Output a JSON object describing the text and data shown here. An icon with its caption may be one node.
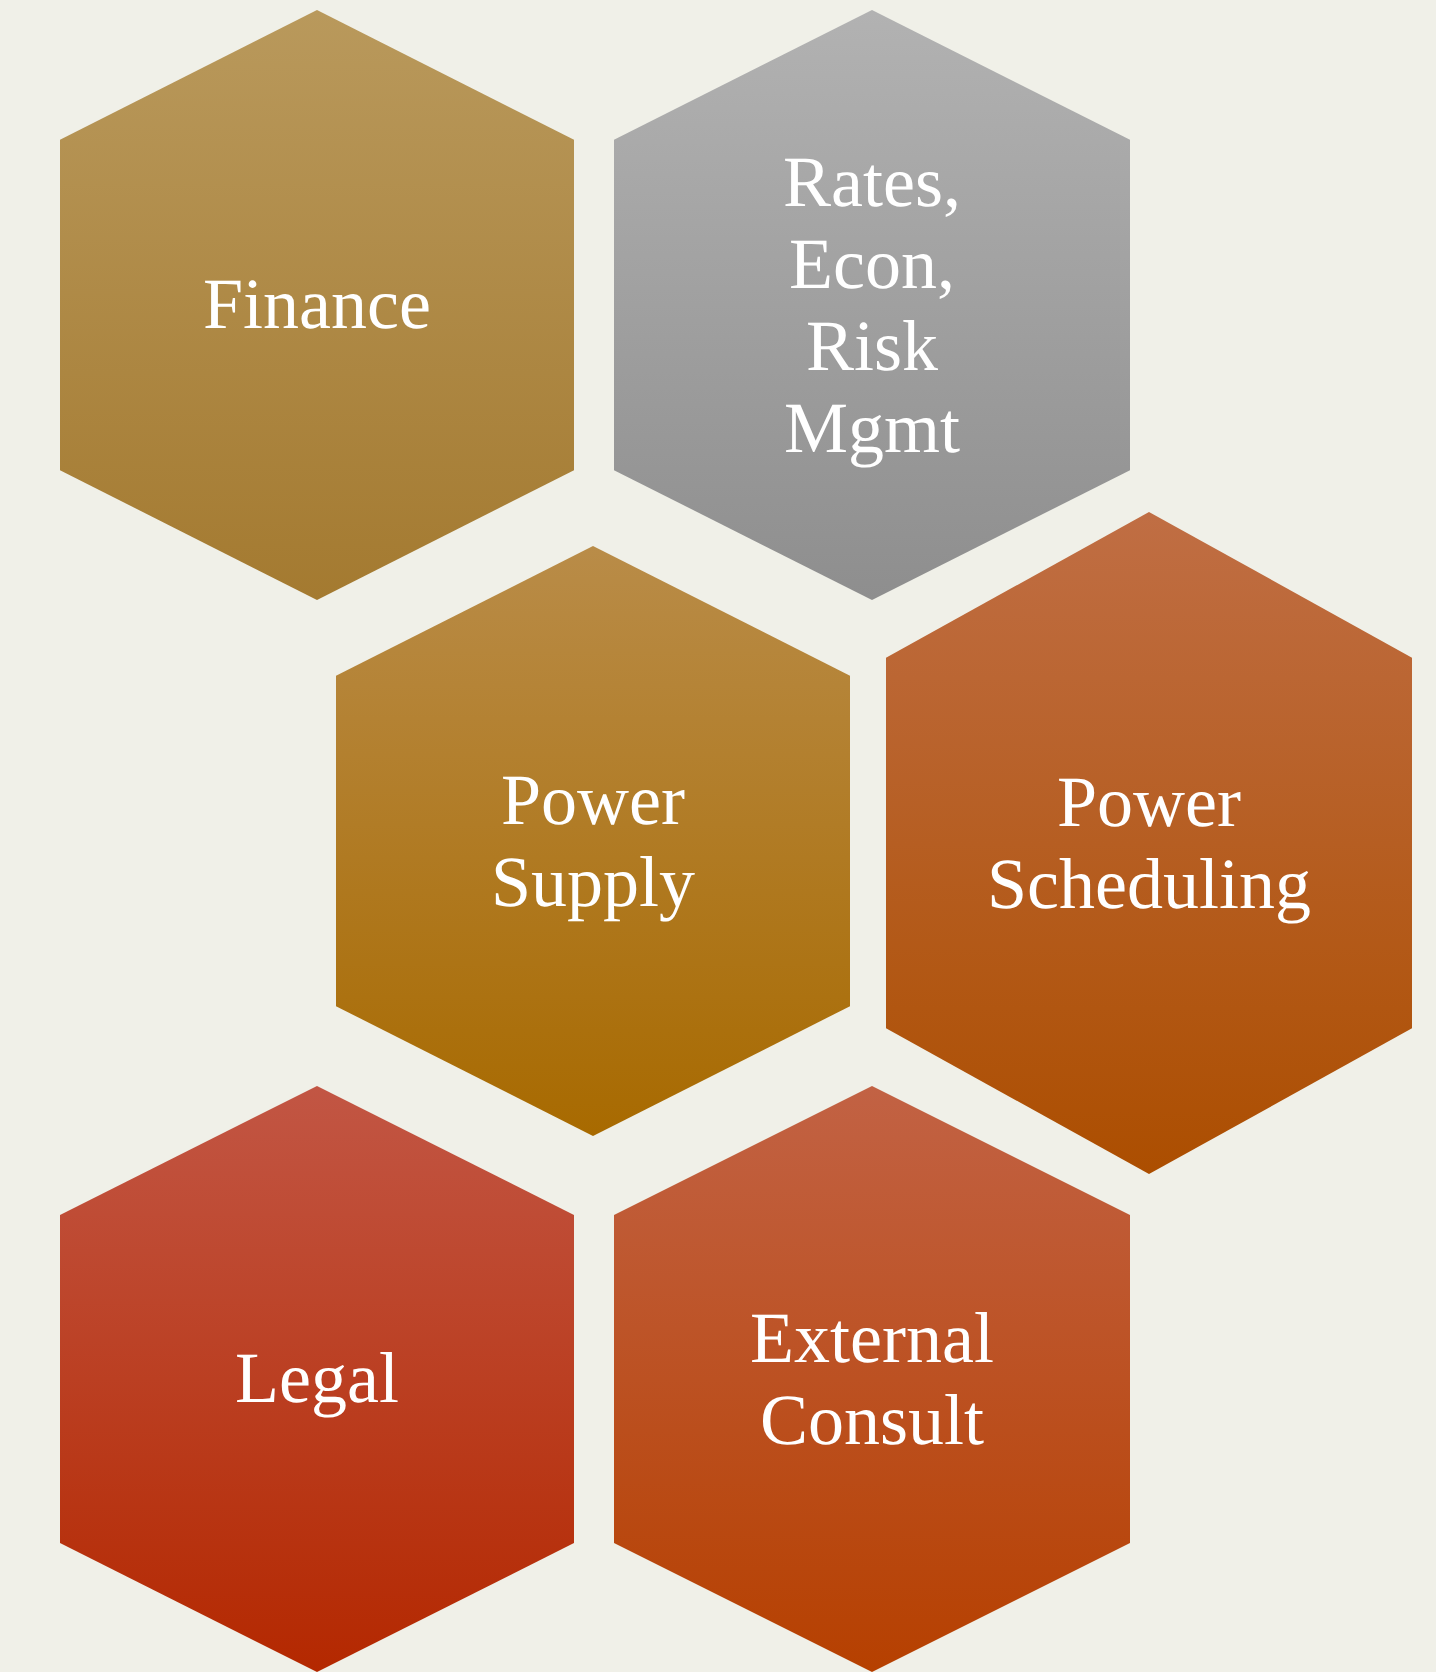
{
  "diagram": {
    "nodes": [
      {
        "text": [
          "Finance"
        ]
      },
      {
        "text": [
          "Rates, Econ, Risk Mgmt"
        ]
      },
      {
        "text": [
          "Power Supply"
        ]
      },
      {
        "text": [
          "Power Scheduling"
        ]
      },
      {
        "text": [
          "Legal"
        ]
      },
      {
        "text": [
          "External Consult"
        ]
      }
    ]
  }
}
